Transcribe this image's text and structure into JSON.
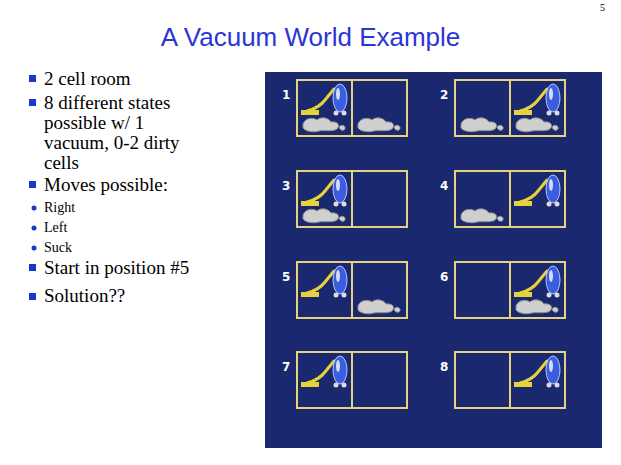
{
  "diagram": {
    "title": "A Vacuum World Example",
    "nodes": [
      {
        "text": [
          "1"
        ]
      },
      {
        "text": [
          "2"
        ]
      },
      {
        "text": [
          "3"
        ]
      },
      {
        "text": [
          "4"
        ]
      },
      {
        "text": [
          "5"
        ]
      },
      {
        "text": [
          "6"
        ]
      },
      {
        "text": [
          "7"
        ]
      },
      {
        "text": [
          "8"
        ]
      }
    ],
    "labels": [
      "5",
      "2 cell room",
      "8 different states possible w/ 1 vacuum, 0-2 dirty cells",
      "Moves possible:",
      "Right",
      "Left",
      "Suck",
      "Start in position #5",
      "Solution??"
    ]
  }
}
